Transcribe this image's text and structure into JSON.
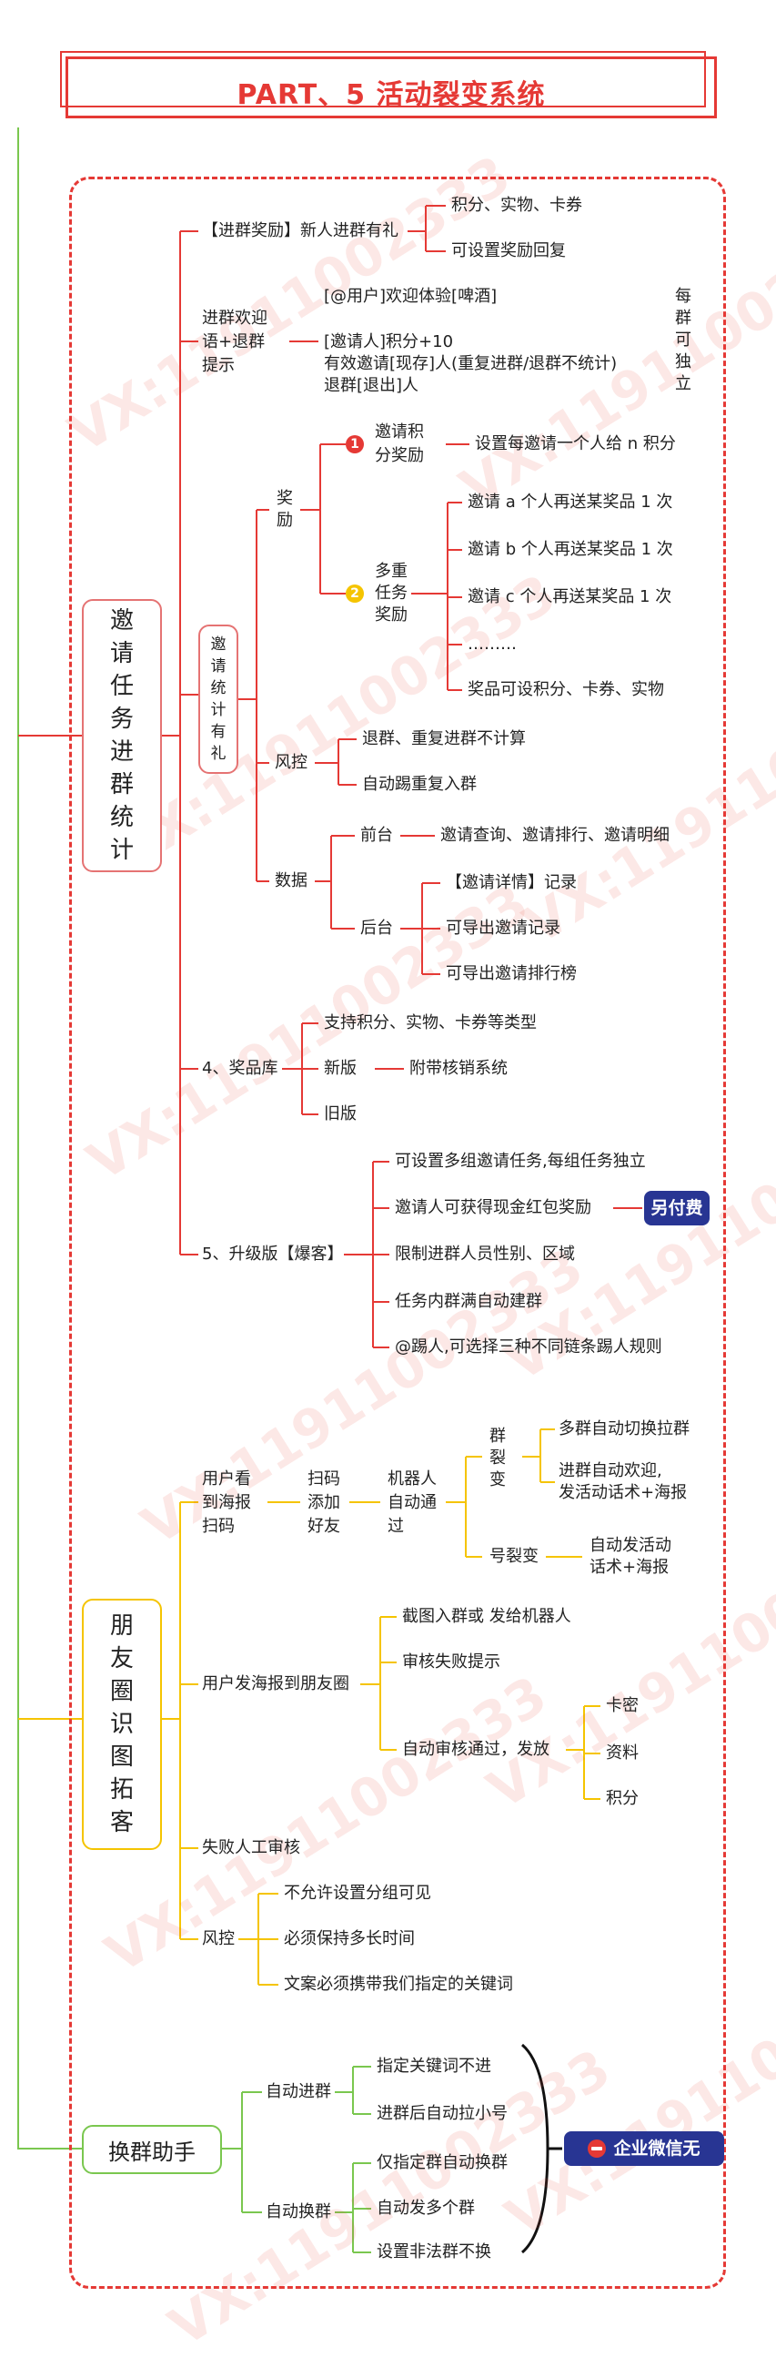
{
  "title": "PART、5 活动裂变系统",
  "watermark": "VX:11911002333",
  "colors": {
    "red": "#e53935",
    "yellow": "#f5c400",
    "green": "#7ac74f",
    "navy": "#283593"
  },
  "section1": {
    "root": [
      "邀",
      "请",
      "任",
      "务",
      "进",
      "群",
      "统",
      "计"
    ],
    "join_reward": "【进群奖励】新人进群有礼",
    "join_reward_items": [
      "积分、实物、卡券",
      "可设置奖励回复"
    ],
    "welcome": "进群欢迎\n语+退群\n提示",
    "welcome_items": [
      "[@用户]欢迎体验[啤酒]",
      "[邀请人]积分+10\n有效邀请[现存]人(重复进群/退群不统计)\n退群[退出]人"
    ],
    "welcome_note": "每\n群\n可\n独\n立",
    "invite_stat": [
      "邀",
      "请",
      "统",
      "计",
      "有",
      "礼"
    ],
    "reward": "奖\n励",
    "reward_1_num": "1",
    "reward_1": "邀请积\n分奖励",
    "reward_1_item": "设置每邀请一个人给 n 积分",
    "reward_2_num": "2",
    "reward_2": "多重\n任务\n奖励",
    "reward_2_items": [
      "邀请 a 个人再送某奖品 1 次",
      "邀请 b 个人再送某奖品 1 次",
      "邀请 c 个人再送某奖品 1 次",
      "………",
      "奖品可设积分、卡券、实物"
    ],
    "risk": "风控",
    "risk_items": [
      "退群、重复进群不计算",
      "自动踢重复入群"
    ],
    "data_label": "数据",
    "front": "前台",
    "front_item": "邀请查询、邀请排行、邀请明细",
    "back": "后台",
    "back_items": [
      "【邀请详情】记录",
      "可导出邀请记录",
      "可导出邀请排行榜"
    ],
    "prize_lib": "4、奖品库",
    "prize_items": [
      "支持积分、实物、卡券等类型",
      "新版",
      "旧版"
    ],
    "prize_new_item": "附带核销系统",
    "upgrade": "5、升级版【爆客】",
    "upgrade_items": [
      "可设置多组邀请任务,每组任务独立",
      "邀请人可获得现金红包奖励",
      "限制进群人员性别、区域",
      "任务内群满自动建群",
      "@踢人,可选择三种不同链条踢人规则"
    ],
    "extra_fee": "另付费"
  },
  "section2": {
    "root": [
      "朋",
      "友",
      "圈",
      "识",
      "图",
      "拓",
      "客"
    ],
    "scan": "用户看\n到海报\n扫码",
    "scan_add": "扫码\n添加\n好友",
    "robot": "机器人\n自动通\n过",
    "group_fission": "群\n裂\n变",
    "group_items": [
      "多群自动切换拉群",
      "进群自动欢迎,\n发活动话术+海报"
    ],
    "account_fission": "号裂变",
    "account_item": "自动发活动\n话术+海报",
    "moments": "用户发海报到朋友圈",
    "moments_items": [
      "截图入群或 发给机器人",
      "审核失败提示",
      "自动审核通过，发放"
    ],
    "rewards": [
      "卡密",
      "资料",
      "积分"
    ],
    "manual": "失败人工审核",
    "risk": "风控",
    "risk_items": [
      "不允许设置分组可见",
      "必须保持多长时间",
      "文案必须携带我们指定的关键词"
    ]
  },
  "section3": {
    "root": "换群助手",
    "auto_join": "自动进群",
    "auto_join_items": [
      "指定关键词不进",
      "进群后自动拉小号"
    ],
    "auto_switch": "自动换群",
    "auto_switch_items": [
      "仅指定群自动换群",
      "自动发多个群",
      "设置非法群不换"
    ],
    "no_wecom_icon": "no-entry-icon",
    "no_wecom": "企业微信无"
  }
}
